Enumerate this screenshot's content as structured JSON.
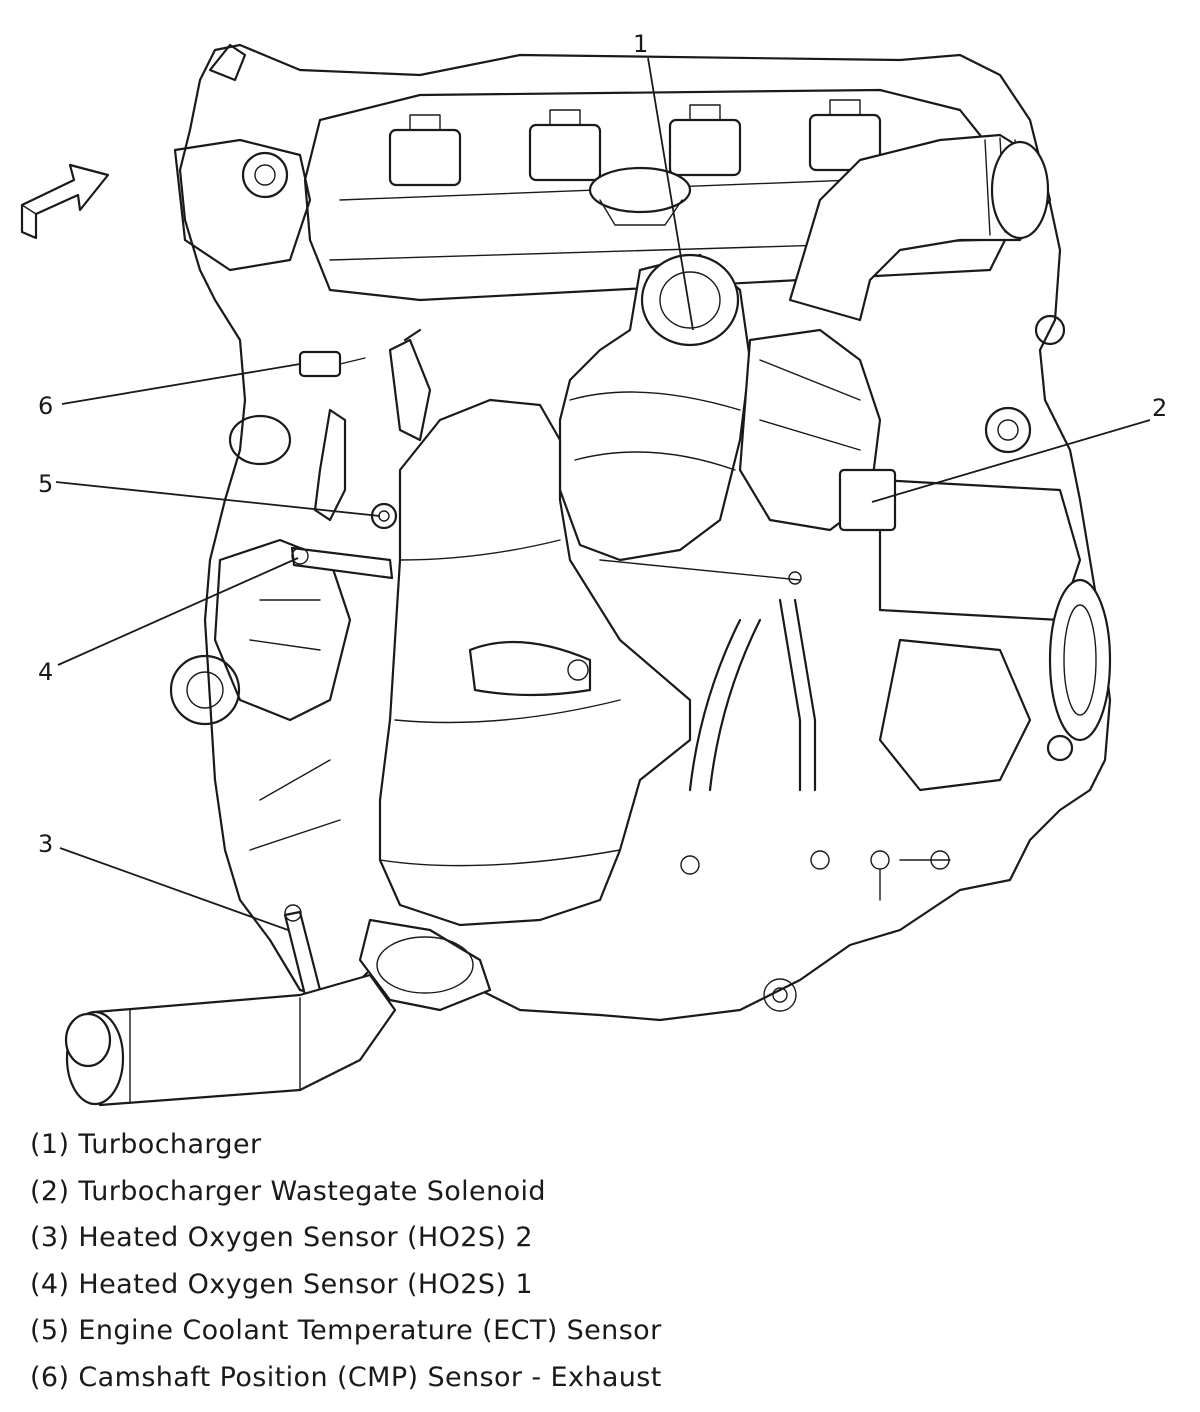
{
  "callouts": [
    {
      "id": "1",
      "label": "1"
    },
    {
      "id": "2",
      "label": "2"
    },
    {
      "id": "3",
      "label": "3"
    },
    {
      "id": "4",
      "label": "4"
    },
    {
      "id": "5",
      "label": "5"
    },
    {
      "id": "6",
      "label": "6"
    }
  ],
  "legend": [
    {
      "text": "(1) Turbocharger"
    },
    {
      "text": "(2) Turbocharger Wastegate Solenoid"
    },
    {
      "text": "(3) Heated Oxygen Sensor (HO2S) 2"
    },
    {
      "text": "(4) Heated Oxygen Sensor (HO2S) 1"
    },
    {
      "text": "(5) Engine Coolant Temperature (ECT) Sensor"
    },
    {
      "text": "(6) Camshaft Position (CMP) Sensor - Exhaust"
    }
  ]
}
